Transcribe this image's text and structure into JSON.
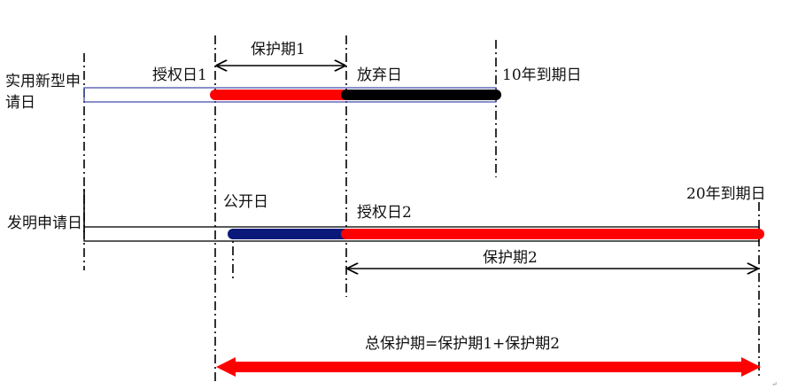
{
  "utility_row": {
    "label": "实用新型申请日",
    "grant_date": "授权日1",
    "abandon_date": "放弃日",
    "expiry": "10年到期日",
    "protection_period": "保护期1"
  },
  "invention_row": {
    "label": "发明申请日",
    "publication_date": "公开日",
    "grant_date": "授权日2",
    "expiry": "20年到期日",
    "protection_period": "保护期2"
  },
  "total": {
    "formula": "总保护期=保护期1+保护期2"
  },
  "colors": {
    "red": "#ff0000",
    "black": "#000000",
    "navy": "#0a1a7a",
    "outline_blue": "#4a52b0",
    "line": "#000000"
  }
}
